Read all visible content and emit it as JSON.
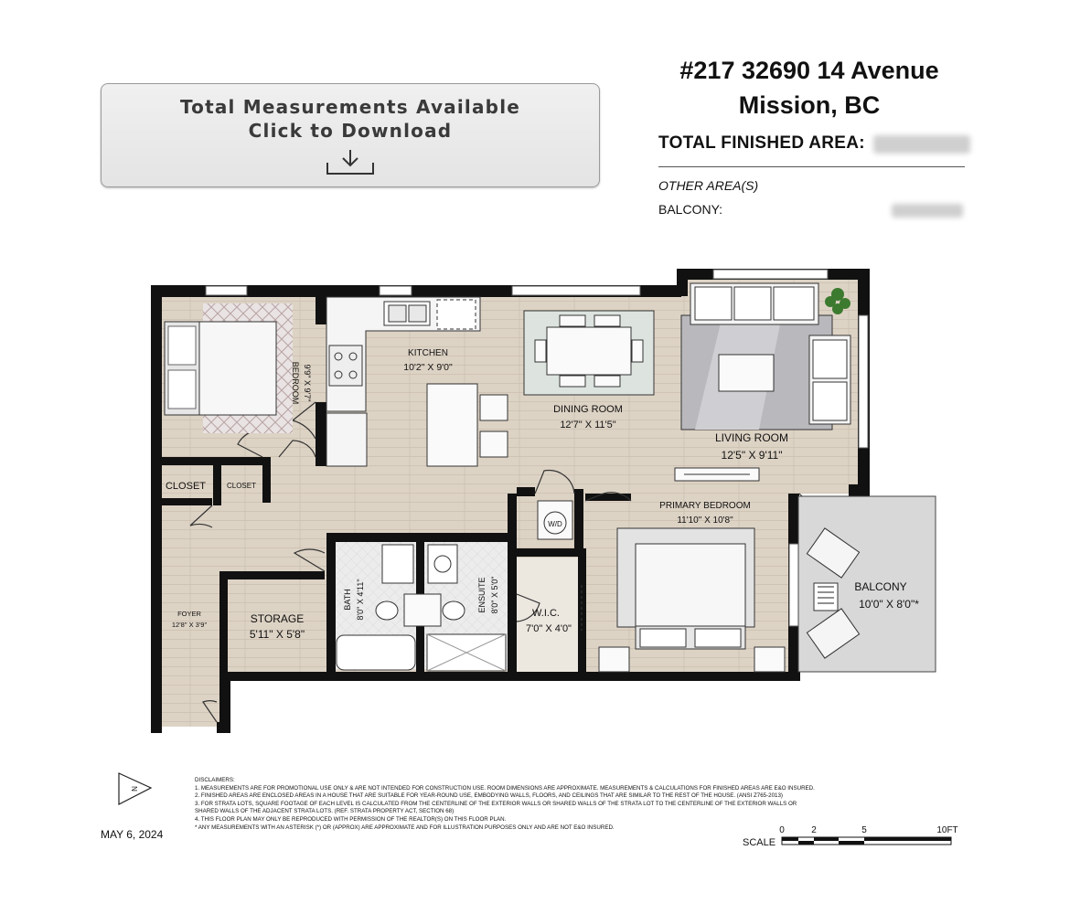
{
  "download": {
    "line1": "Total Measurements Available",
    "line2": "Click to Download"
  },
  "address": {
    "line1": "#217 32690 14 Avenue",
    "line2": "Mission, BC"
  },
  "area": {
    "total_label": "TOTAL FINISHED AREA:",
    "other_label": "OTHER AREA(S)",
    "balcony_label": "BALCONY:"
  },
  "rooms": {
    "kitchen": {
      "name": "KITCHEN",
      "dims": "10'2\" X 9'0\""
    },
    "dining": {
      "name": "DINING ROOM",
      "dims": "12'7\" X 11'5\""
    },
    "living": {
      "name": "LIVING ROOM",
      "dims": "12'5\" X 9'11\""
    },
    "bedroom": {
      "name": "BEDROOM",
      "dims": "9'9\" X 9'7\""
    },
    "closet1": {
      "name": "CLOSET"
    },
    "closet2": {
      "name": "CLOSET"
    },
    "primary": {
      "name": "PRIMARY BEDROOM",
      "dims": "11'10\" X 10'8\""
    },
    "balcony": {
      "name": "BALCONY",
      "dims": "10'0\" X 8'0\"*"
    },
    "foyer": {
      "name": "FOYER",
      "dims": "12'8\" X 3'9\""
    },
    "storage": {
      "name": "STORAGE",
      "dims": "5'11\" X 5'8\""
    },
    "bath": {
      "name": "BATH",
      "dims": "8'0\" X 4'11\""
    },
    "ensuite": {
      "name": "ENSUITE",
      "dims": "8'0\" X 5'0\""
    },
    "wic": {
      "name": "W.I.C.",
      "dims": "7'0\" X 4'0\""
    },
    "wd": {
      "name": "W/D"
    }
  },
  "compass": {
    "letter": "N"
  },
  "date": "MAY 6, 2024",
  "disclaimers": {
    "title": "DISCLAIMERS:",
    "items": [
      "1. MEASUREMENTS ARE FOR PROMOTIONAL USE ONLY & ARE NOT INTENDED FOR CONSTRUCTION USE. ROOM DIMENSIONS ARE APPROXIMATE. MEASUREMENTS & CALCULATIONS FOR FINISHED AREAS ARE E&O INSURED.",
      "2. FINISHED AREAS ARE ENCLOSED AREAS IN A HOUSE THAT ARE SUITABLE FOR YEAR-ROUND USE, EMBODYING WALLS, FLOORS, AND CEILINGS THAT ARE SIMILAR TO THE REST OF THE HOUSE. (ANSI Z765-2013)",
      "3. FOR STRATA LOTS, SQUARE FOOTAGE OF EACH LEVEL IS CALCULATED FROM THE CENTERLINE OF THE EXTERIOR WALLS OR SHARED WALLS OF THE STRATA LOT TO THE CENTERLINE OF THE EXTERIOR WALLS OR",
      "SHARED WALLS OF THE ADJACENT STRATA LOTS. (REF. STRATA PROPERTY ACT, SECTION 68)",
      "4. THIS FLOOR PLAN MAY ONLY BE REPRODUCED WITH PERMISSION OF THE REALTOR(S) ON THIS FLOOR PLAN.",
      "* ANY MEASUREMENTS WITH AN ASTERISK (*) OR (APPROX) ARE APPROXIMATE AND FOR ILLUSTRATION PURPOSES ONLY AND ARE NOT E&O INSURED."
    ]
  },
  "scale": {
    "label": "SCALE",
    "ticks": [
      "0",
      "2",
      "5",
      "10FT"
    ]
  }
}
